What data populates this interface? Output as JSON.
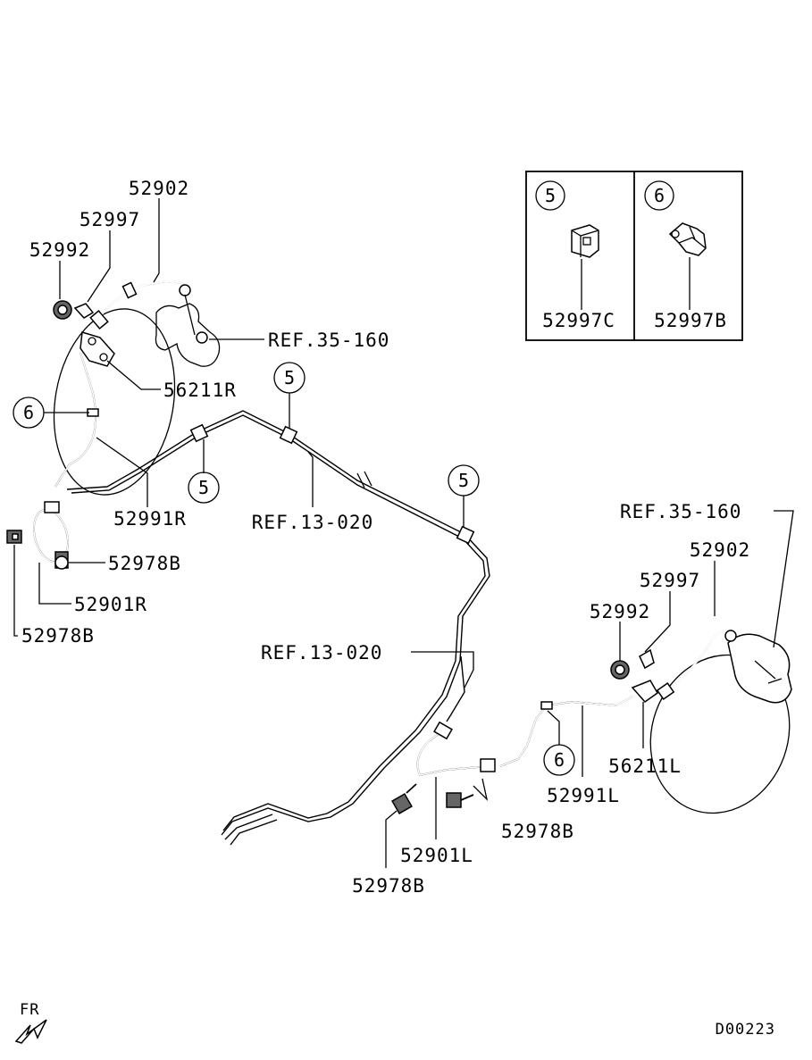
{
  "labels": {
    "r_hose_52902": "52902",
    "r_clip_52997": "52997",
    "r_nut_52992": "52992",
    "r_ref_35_160": "REF.35-160",
    "r_bracket_56211r": "56211R",
    "r_tube_52991r": "52991R",
    "center_ref_13_020_a": "REF.13-020",
    "r_bolt_52978b_a": "52978B",
    "r_hose_52901r": "52901R",
    "r_bolt_52978b_b": "52978B",
    "l_ref_35_160": "REF.35-160",
    "l_hose_52902": "52902",
    "l_clip_52997": "52997",
    "l_nut_52992": "52992",
    "center_ref_13_020_b": "REF.13-020",
    "l_bracket_56211l": "56211L",
    "l_tube_52991l": "52991L",
    "l_bolt_52978b_a": "52978B",
    "l_hose_52901l": "52901L",
    "l_bolt_52978b_b": "52978B"
  },
  "callouts": {
    "c6_left": "6",
    "c5_a": "5",
    "c5_b": "5",
    "c5_c": "5",
    "c6_right": "6"
  },
  "inset": {
    "panel_5_key": "5",
    "panel_5_part": "52997C",
    "panel_6_key": "6",
    "panel_6_part": "52997B"
  },
  "direction": {
    "label": "FR",
    "icon": "front-arrow-icon"
  },
  "drawing_id": "D00223"
}
